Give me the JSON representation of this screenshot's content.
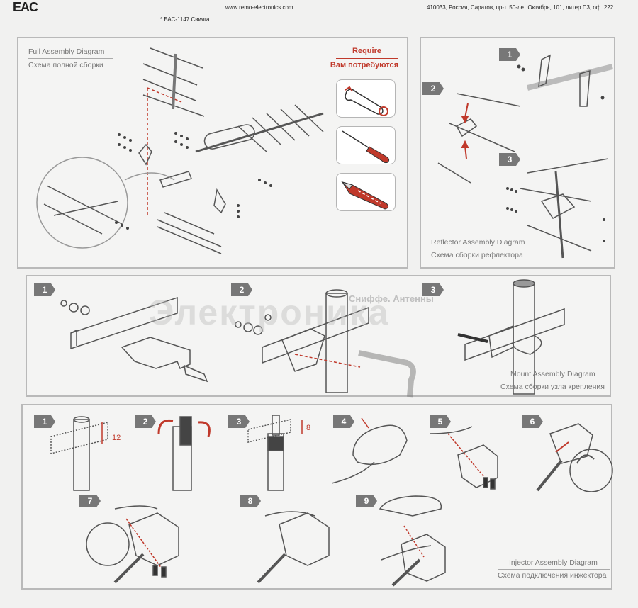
{
  "header": {
    "eac_logo": "EAC",
    "cert_note": "* БАС-1147 Свияга",
    "website": "www.remo-electronics.com",
    "address": "410033, Россия, Саратов, пр-т. 50-лет Октября, 101, литер П3, оф. 222"
  },
  "full_assembly": {
    "title_en": "Full Assembly Diagram",
    "title_ru": "Схема полной сборки",
    "require_en": "Require",
    "require_ru": "Вам потребуются",
    "tools": [
      "wrench-icon",
      "screwdriver-icon",
      "utility-knife-icon"
    ]
  },
  "reflector_assembly": {
    "title_en": "Reflector Assembly Diagram",
    "title_ru": "Схема сборки рефлектора",
    "steps": [
      "1",
      "2",
      "3"
    ]
  },
  "mount_assembly": {
    "title_en": "Mount Assembly Diagram",
    "title_ru": "Схема сборки узла крепления",
    "steps": [
      "1",
      "2",
      "3"
    ]
  },
  "injector_assembly": {
    "title_en": "Injector Assembly Diagram",
    "title_ru": "Схема подключения инжектора",
    "steps": [
      "1",
      "2",
      "3",
      "4",
      "5",
      "6",
      "7",
      "8",
      "9"
    ],
    "dim_step1": "12",
    "dim_step3": "8"
  },
  "watermark": {
    "main": "Электроника",
    "small": "Сниффе. Антенны"
  },
  "colors": {
    "accent": "#c0392b",
    "panel_border": "#b9b9b9",
    "step_badge": "#777777"
  }
}
